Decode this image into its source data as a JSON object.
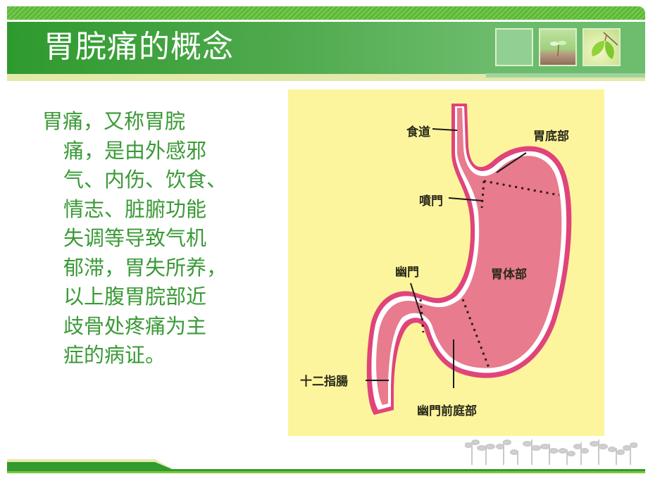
{
  "header": {
    "title": "胃脘痛的概念",
    "thumbnails": [
      {
        "name": "blank-tile",
        "icon": "empty-square"
      },
      {
        "name": "sprout-photo",
        "icon": "sprout-in-soil"
      },
      {
        "name": "leaf-photo",
        "icon": "green-leaves-on-twig"
      }
    ]
  },
  "body": {
    "lines": [
      "胃痛，又称胃脘",
      "痛，是由外感邪",
      "气、内伤、饮食、",
      "情志、脏腑功能",
      "失调等导致气机",
      "郁滞，胃失所养，",
      "以上腹胃脘部近",
      "歧骨处疼痛为主",
      "症的病证。"
    ]
  },
  "diagram": {
    "labels": {
      "esophagus": "食道",
      "fundus": "胃底部",
      "cardia": "噴門",
      "pylorus": "幽門",
      "body": "胃体部",
      "duodenum": "十二指腸",
      "antrum": "幽門前庭部"
    },
    "colors": {
      "background": "#fdf59d",
      "stomach_fill": "#e87b8e",
      "stomach_wall": "#e0447a",
      "lining": "#ffffff"
    }
  },
  "theme": {
    "primary_green": "#3a9a36",
    "title_text": "#ffffff",
    "accent_pale": "#e3e9a8"
  }
}
